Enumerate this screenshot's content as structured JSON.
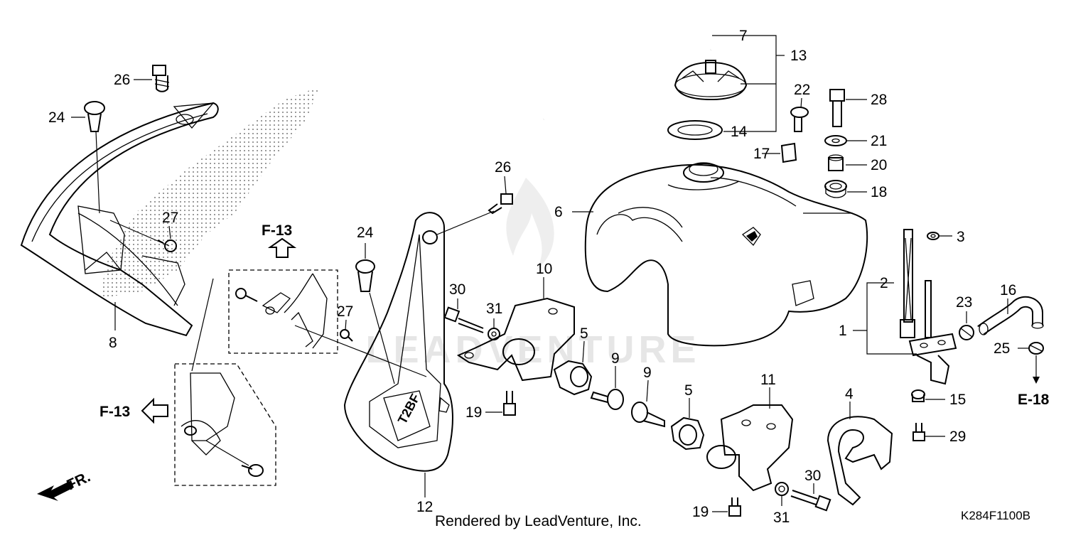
{
  "callouts": [
    {
      "id": "c7",
      "text": "7"
    },
    {
      "id": "c13",
      "text": "13"
    },
    {
      "id": "c14",
      "text": "14"
    },
    {
      "id": "c22",
      "text": "22"
    },
    {
      "id": "c17",
      "text": "17"
    },
    {
      "id": "c28",
      "text": "28"
    },
    {
      "id": "c21",
      "text": "21"
    },
    {
      "id": "c20",
      "text": "20"
    },
    {
      "id": "c18",
      "text": "18"
    },
    {
      "id": "c3",
      "text": "3"
    },
    {
      "id": "c2",
      "text": "2"
    },
    {
      "id": "c1",
      "text": "1"
    },
    {
      "id": "c16",
      "text": "16"
    },
    {
      "id": "c23",
      "text": "23"
    },
    {
      "id": "c25",
      "text": "25"
    },
    {
      "id": "c15",
      "text": "15"
    },
    {
      "id": "c29",
      "text": "29"
    },
    {
      "id": "c6",
      "text": "6"
    },
    {
      "id": "c26a",
      "text": "26"
    },
    {
      "id": "c24a",
      "text": "24"
    },
    {
      "id": "c27a",
      "text": "27"
    },
    {
      "id": "c8",
      "text": "8"
    },
    {
      "id": "c26b",
      "text": "26"
    },
    {
      "id": "c24b",
      "text": "24"
    },
    {
      "id": "c27b",
      "text": "27"
    },
    {
      "id": "c10",
      "text": "10"
    },
    {
      "id": "c30a",
      "text": "30"
    },
    {
      "id": "c31a",
      "text": "31"
    },
    {
      "id": "c5a",
      "text": "5"
    },
    {
      "id": "c9a",
      "text": "9"
    },
    {
      "id": "c9b",
      "text": "9"
    },
    {
      "id": "c5b",
      "text": "5"
    },
    {
      "id": "c11",
      "text": "11"
    },
    {
      "id": "c4",
      "text": "4"
    },
    {
      "id": "c19a",
      "text": "19"
    },
    {
      "id": "c12",
      "text": "12"
    },
    {
      "id": "c19b",
      "text": "19"
    },
    {
      "id": "c31b",
      "text": "31"
    },
    {
      "id": "c30b",
      "text": "30"
    }
  ],
  "references": {
    "f13_upper": "F-13",
    "f13_left": "F-13",
    "e18": "E-18"
  },
  "front_marker": "FR.",
  "shroud_decal": "T2BF",
  "credit": "Rendered by LeadVenture, Inc.",
  "diagram_code": "K284F1100B",
  "watermark": "LEADVENTURE"
}
